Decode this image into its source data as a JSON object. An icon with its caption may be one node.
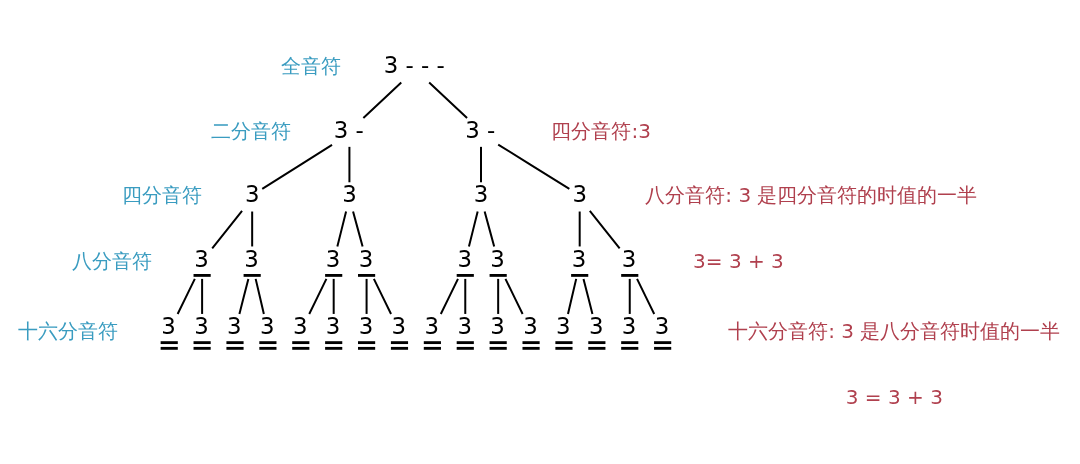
{
  "diagram": {
    "nodes": [
      {
        "text": [
          "3 - - -"
        ]
      },
      {
        "text": [
          "3 -"
        ]
      },
      {
        "text": [
          "3 -"
        ]
      },
      {
        "text": [
          "3"
        ]
      },
      {
        "text": [
          "3"
        ]
      },
      {
        "text": [
          "3"
        ]
      },
      {
        "text": [
          "3"
        ]
      },
      {
        "text": [
          "3"
        ]
      },
      {
        "text": [
          "3"
        ]
      },
      {
        "text": [
          "3"
        ]
      },
      {
        "text": [
          "3"
        ]
      },
      {
        "text": [
          "3"
        ]
      },
      {
        "text": [
          "3"
        ]
      },
      {
        "text": [
          "3"
        ]
      },
      {
        "text": [
          "3"
        ]
      },
      {
        "text": [
          "3"
        ]
      },
      {
        "text": [
          "3"
        ]
      },
      {
        "text": [
          "3"
        ]
      },
      {
        "text": [
          "3"
        ]
      },
      {
        "text": [
          "3"
        ]
      },
      {
        "text": [
          "3"
        ]
      },
      {
        "text": [
          "3"
        ]
      },
      {
        "text": [
          "3"
        ]
      },
      {
        "text": [
          "3"
        ]
      },
      {
        "text": [
          "3"
        ]
      },
      {
        "text": [
          "3"
        ]
      },
      {
        "text": [
          "3"
        ]
      },
      {
        "text": [
          "3"
        ]
      },
      {
        "text": [
          "3"
        ]
      },
      {
        "text": [
          "3"
        ]
      },
      {
        "text": [
          "3"
        ]
      }
    ],
    "edges": [
      {
        "from": 0,
        "to": 1,
        "arrow": "none"
      },
      {
        "from": 0,
        "to": 2,
        "arrow": "none"
      },
      {
        "from": 1,
        "to": 3,
        "arrow": "none"
      },
      {
        "from": 1,
        "to": 4,
        "arrow": "none"
      },
      {
        "from": 2,
        "to": 5,
        "arrow": "none"
      },
      {
        "from": 2,
        "to": 6,
        "arrow": "none"
      },
      {
        "from": 3,
        "to": 7,
        "arrow": "none"
      },
      {
        "from": 3,
        "to": 8,
        "arrow": "none"
      },
      {
        "from": 4,
        "to": 9,
        "arrow": "none"
      },
      {
        "from": 4,
        "to": 10,
        "arrow": "none"
      },
      {
        "from": 5,
        "to": 11,
        "arrow": "none"
      },
      {
        "from": 5,
        "to": 12,
        "arrow": "none"
      },
      {
        "from": 6,
        "to": 13,
        "arrow": "none"
      },
      {
        "from": 6,
        "to": 14,
        "arrow": "none"
      },
      {
        "from": 7,
        "to": 15,
        "arrow": "none"
      },
      {
        "from": 7,
        "to": 16,
        "arrow": "none"
      },
      {
        "from": 8,
        "to": 17,
        "arrow": "none"
      },
      {
        "from": 8,
        "to": 18,
        "arrow": "none"
      },
      {
        "from": 9,
        "to": 19,
        "arrow": "none"
      },
      {
        "from": 9,
        "to": 20,
        "arrow": "none"
      },
      {
        "from": 10,
        "to": 21,
        "arrow": "none"
      },
      {
        "from": 10,
        "to": 22,
        "arrow": "none"
      },
      {
        "from": 11,
        "to": 23,
        "arrow": "none"
      },
      {
        "from": 11,
        "to": 24,
        "arrow": "none"
      },
      {
        "from": 12,
        "to": 25,
        "arrow": "none"
      },
      {
        "from": 12,
        "to": 26,
        "arrow": "none"
      },
      {
        "from": 13,
        "to": 27,
        "arrow": "none"
      },
      {
        "from": 13,
        "to": 28,
        "arrow": "none"
      },
      {
        "from": 14,
        "to": 29,
        "arrow": "none"
      },
      {
        "from": 14,
        "to": 30,
        "arrow": "none"
      }
    ],
    "labels": [
      "全音符",
      "二分音符",
      "四分音符",
      "八分音符",
      "十六分音符",
      "四分音符:3",
      "八分音符: 3 是四分音符的时值的一半",
      "3= 3 + 3",
      "十六分音符: 3 是八分音符时值的一半",
      "3 = 3 + 3"
    ]
  }
}
